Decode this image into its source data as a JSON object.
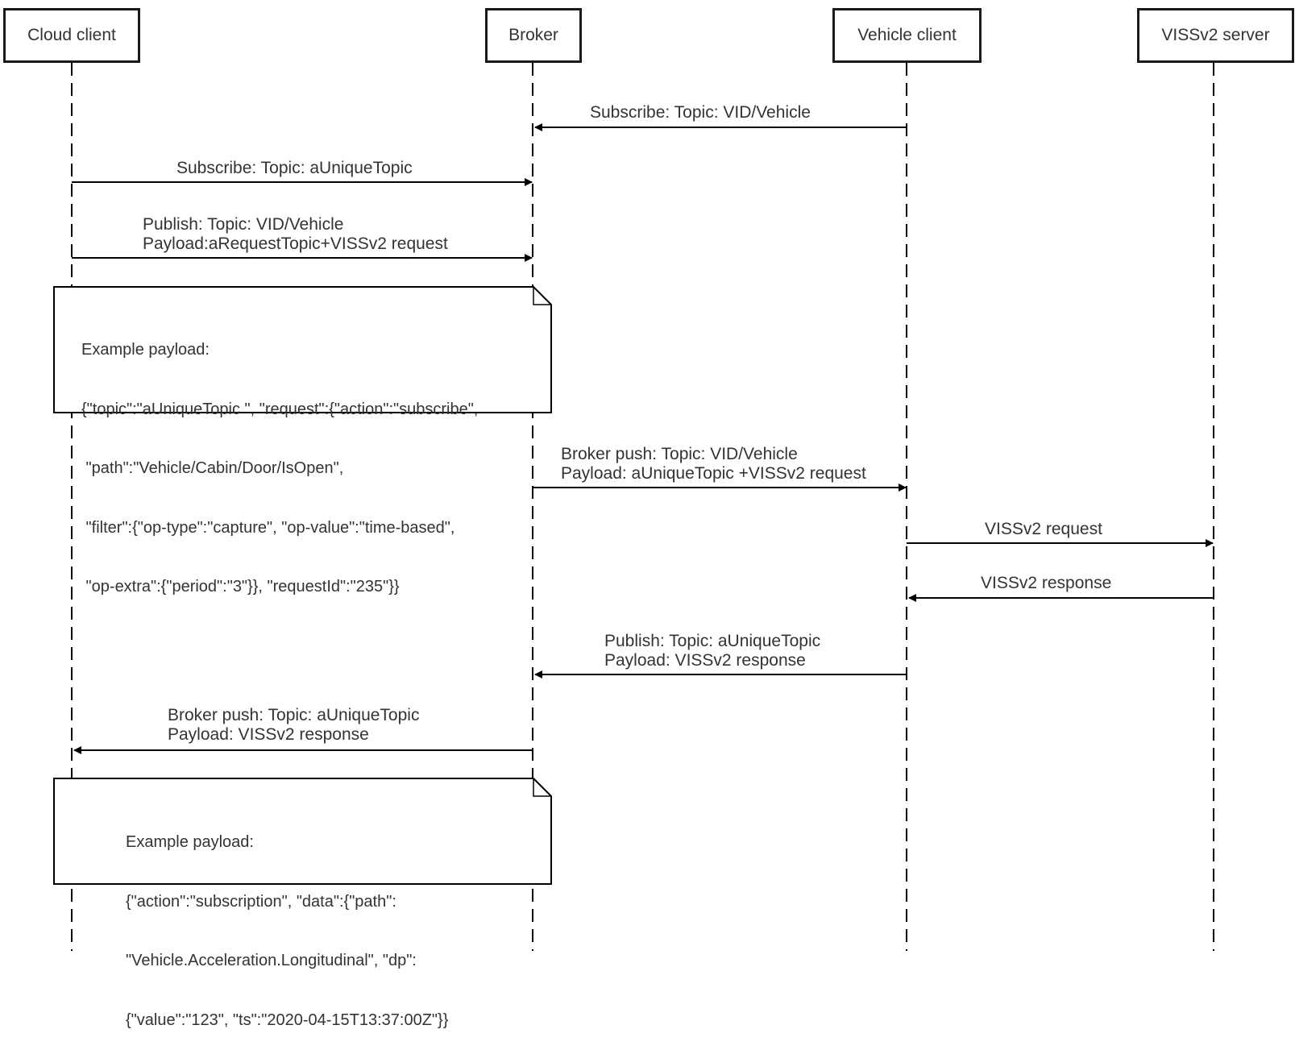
{
  "participants": [
    {
      "id": "cloud",
      "label": "Cloud client"
    },
    {
      "id": "broker",
      "label": "Broker"
    },
    {
      "id": "vehicle",
      "label": "Vehicle client"
    },
    {
      "id": "server",
      "label": "VISSv2 server"
    }
  ],
  "messages": [
    {
      "from": "vehicle",
      "to": "broker",
      "lines": [
        "Subscribe: Topic: VID/Vehicle"
      ]
    },
    {
      "from": "cloud",
      "to": "broker",
      "lines": [
        "Subscribe: Topic: aUniqueTopic"
      ]
    },
    {
      "from": "cloud",
      "to": "broker",
      "lines": [
        "Publish: Topic: VID/Vehicle",
        "Payload:aRequestTopic+VISSv2 request"
      ]
    },
    {
      "from": "broker",
      "to": "vehicle",
      "lines": [
        "Broker push: Topic: VID/Vehicle",
        "Payload: aUniqueTopic +VISSv2 request"
      ]
    },
    {
      "from": "vehicle",
      "to": "server",
      "lines": [
        "VISSv2 request"
      ]
    },
    {
      "from": "server",
      "to": "vehicle",
      "lines": [
        "VISSv2 response"
      ]
    },
    {
      "from": "vehicle",
      "to": "broker",
      "lines": [
        "Publish: Topic: aUniqueTopic",
        "Payload:  VISSv2 response"
      ]
    },
    {
      "from": "broker",
      "to": "cloud",
      "lines": [
        "Broker push: Topic: aUniqueTopic",
        "Payload: VISSv2 response"
      ]
    }
  ],
  "notes": [
    {
      "lines": [
        "Example payload:",
        "{\"topic\":\"aUniqueTopic \", \"request\":{\"action\":\"subscribe\",",
        " \"path\":\"Vehicle/Cabin/Door/IsOpen\",",
        " \"filter\":{\"op-type\":\"capture\", \"op-value\":\"time-based\",",
        " \"op-extra\":{\"period\":\"3\"}}, \"requestId\":\"235\"}}"
      ]
    },
    {
      "lines": [
        "Example payload:",
        "{\"action\":\"subscription\", \"data\":{\"path\":",
        "\"Vehicle.Acceleration.Longitudinal\", \"dp\":",
        "{\"value\":\"123\", \"ts\":\"2020-04-15T13:37:00Z\"}}"
      ]
    }
  ]
}
